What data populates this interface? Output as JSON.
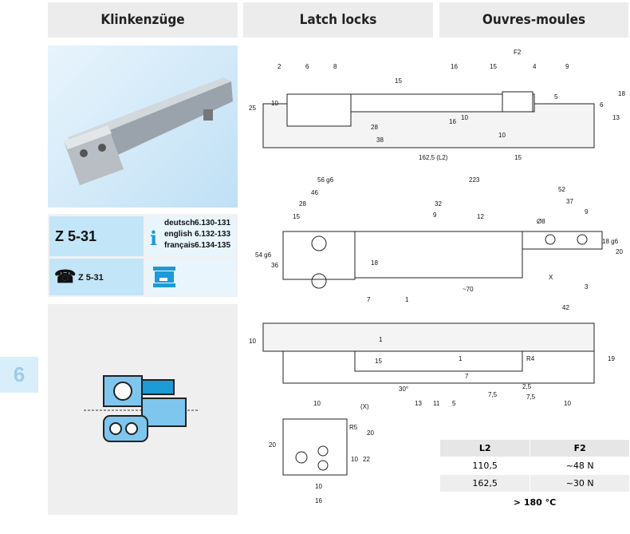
{
  "headers": [
    "Klinkenzüge",
    "Latch locks",
    "Ouvres-moules"
  ],
  "product": {
    "code": "Z 5-31",
    "order_code": "Z 5-31",
    "refs": [
      {
        "lang": "deutsch",
        "pages": "6.130-131"
      },
      {
        "lang": "english",
        "pages": "6.132-133"
      },
      {
        "lang": "français",
        "pages": "6.134-135"
      }
    ]
  },
  "chapter": "6",
  "drawing": {
    "top": {
      "callouts": [
        "2",
        "6",
        "8",
        "16",
        "15",
        "4",
        "9"
      ],
      "force": "F2",
      "dims": [
        "25",
        "10",
        "15",
        "28",
        "38",
        "162,5 (L2)",
        "15",
        "16",
        "10",
        "10",
        "5",
        "6",
        "18",
        "13"
      ]
    },
    "middle": {
      "dims": [
        "56 g6",
        "46",
        "28",
        "15",
        "223",
        "32",
        "9",
        "12",
        "52",
        "37",
        "9",
        "18 g6",
        "20",
        "54 g6",
        "36",
        "18",
        "~70",
        "Ø8"
      ],
      "callouts": [
        "7",
        "1",
        "3"
      ],
      "view": "X"
    },
    "bottom": {
      "dims": [
        "10",
        "1",
        "15",
        "1",
        "R4",
        "42",
        "19",
        "30°",
        "7",
        "7,5",
        "2,5",
        "7,5"
      ],
      "callouts": [
        "13",
        "11",
        "5",
        "10"
      ]
    },
    "detail": {
      "label": "(X)",
      "dims": [
        "10",
        "R5",
        "20",
        "20",
        "10",
        "22",
        "10",
        "16"
      ]
    }
  },
  "table": {
    "headers": [
      "L2",
      "F2"
    ],
    "rows": [
      [
        "110,5",
        "~48 N"
      ],
      [
        "162,5",
        "~30 N"
      ]
    ]
  },
  "temperature": "> 180 °C",
  "colors": {
    "accent": "#c2e5f8",
    "icon": "#1e9ad6"
  }
}
